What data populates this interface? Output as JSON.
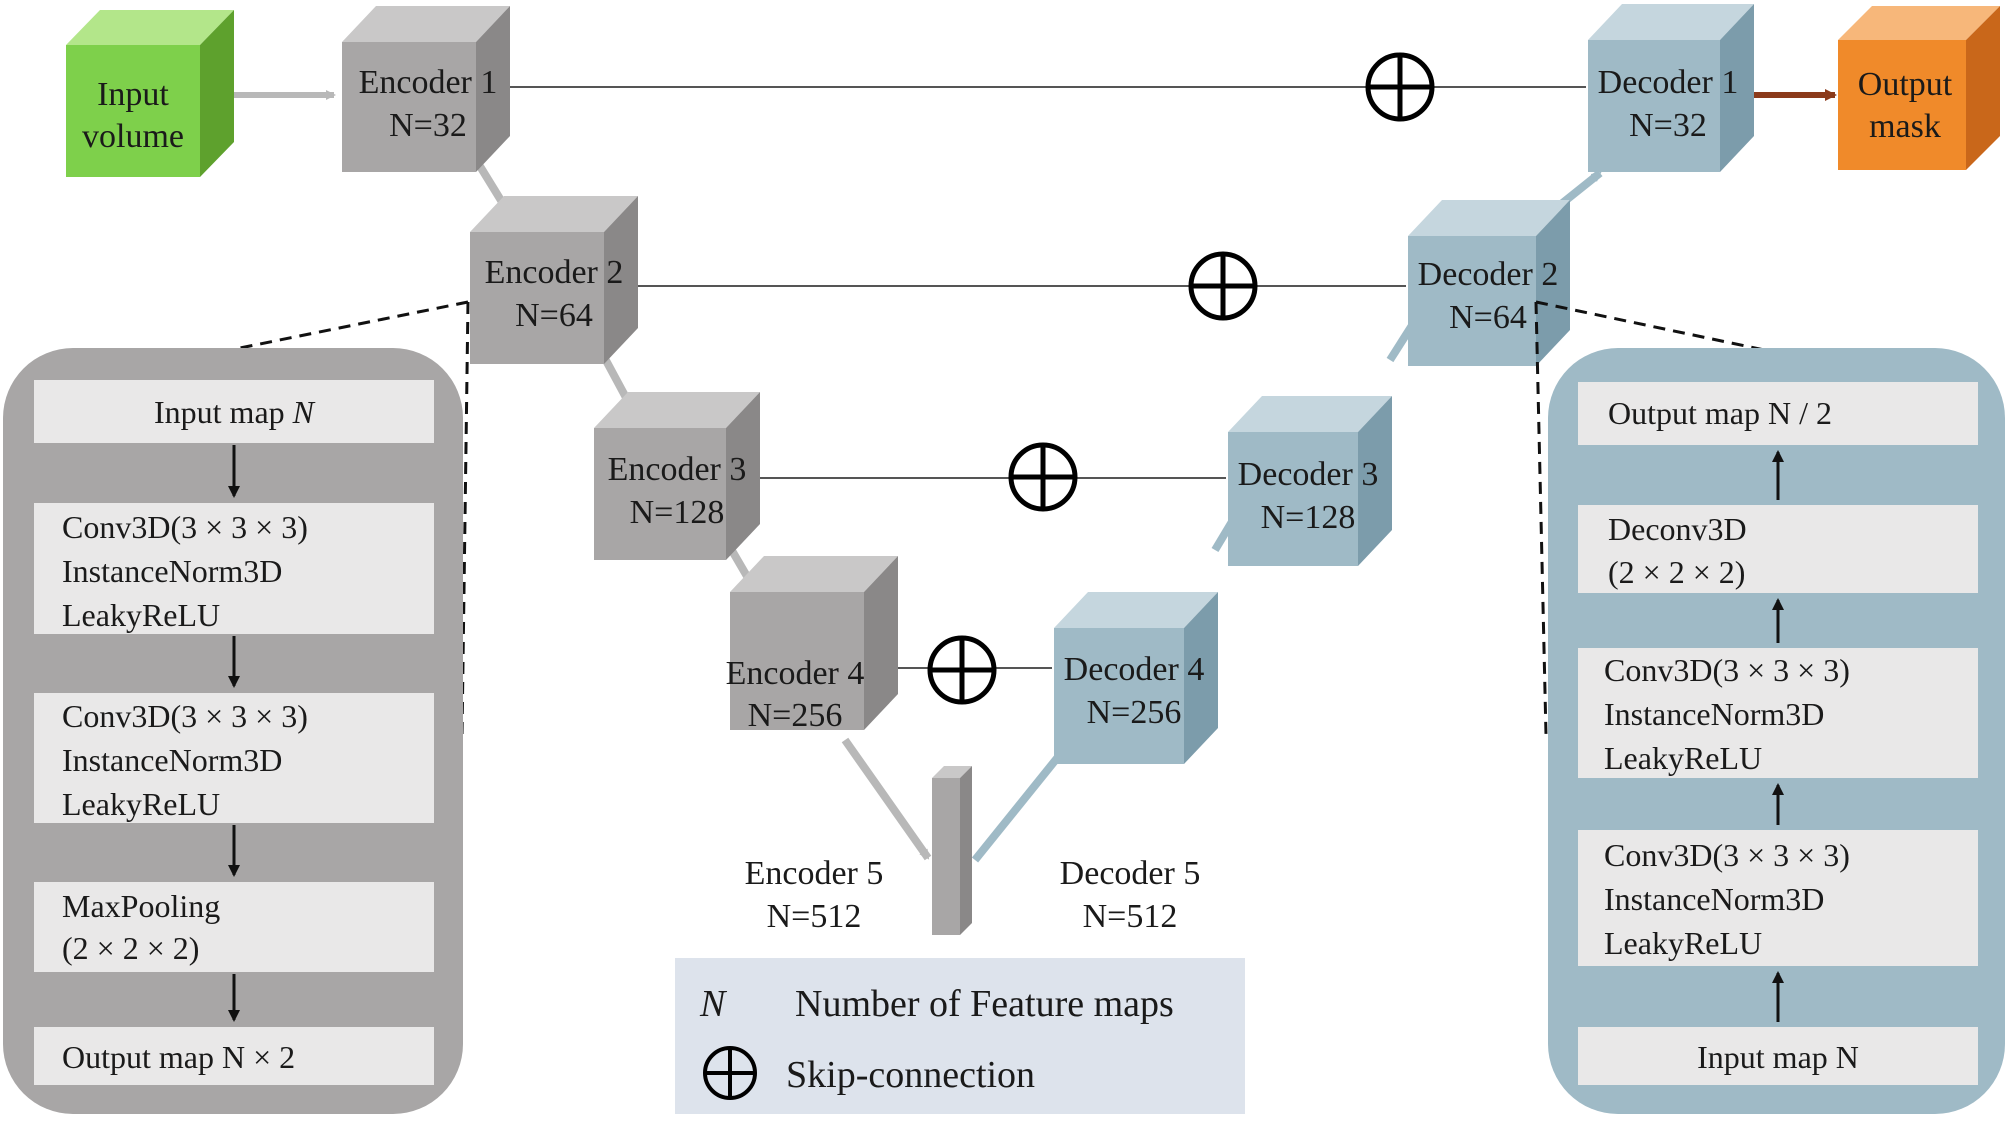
{
  "input_block": {
    "line1": "Input",
    "line2": "volume"
  },
  "output_block": {
    "line1": "Output",
    "line2": "mask"
  },
  "encoders": [
    {
      "name": "Encoder 1",
      "n": "N=32"
    },
    {
      "name": "Encoder 2",
      "n": "N=64"
    },
    {
      "name": "Encoder 3",
      "n": "N=128"
    },
    {
      "name": "Encoder 4",
      "n": "N=256"
    },
    {
      "name": "Encoder 5",
      "n": "N=512"
    }
  ],
  "decoders": [
    {
      "name": "Decoder 1",
      "n": "N=32"
    },
    {
      "name": "Decoder 2",
      "n": "N=64"
    },
    {
      "name": "Decoder 3",
      "n": "N=128"
    },
    {
      "name": "Decoder 4",
      "n": "N=256"
    },
    {
      "name": "Decoder 5",
      "n": "N=512"
    }
  ],
  "encoder_detail": {
    "input": {
      "prefix": "Input  map ",
      "var": "N"
    },
    "conv1": [
      "Conv3D(3 × 3 × 3)",
      "InstanceNorm3D",
      "LeakyReLU"
    ],
    "conv2": [
      "Conv3D(3 × 3 × 3)",
      "InstanceNorm3D",
      "LeakyReLU"
    ],
    "pool": [
      "MaxPooling",
      "(2 × 2 × 2)"
    ],
    "output": "Output map N × 2"
  },
  "decoder_detail": {
    "output": "Output map N / 2",
    "deconv": [
      "Deconv3D",
      "(2 × 2 × 2)"
    ],
    "conv1": [
      "Conv3D(3 × 3 × 3)",
      "InstanceNorm3D",
      "LeakyReLU"
    ],
    "conv2": [
      "Conv3D(3 × 3 × 3)",
      "InstanceNorm3D",
      "LeakyReLU"
    ],
    "input": "Input  map N"
  },
  "legend": {
    "n_symbol": "N",
    "n_desc": "Number of Feature maps",
    "skip_desc": "Skip-connection"
  },
  "colors": {
    "encoder": "#a8a6a6",
    "decoder": "#9fbac6",
    "input": "#7ed04b",
    "output": "#f08a2a",
    "legend_bg": "#dde3ec",
    "panel_encoder": "#a8a6a6",
    "panel_decoder": "#9fbac6",
    "panel_row": "#e9e8e8",
    "output_arrow": "#8b3a1a"
  }
}
